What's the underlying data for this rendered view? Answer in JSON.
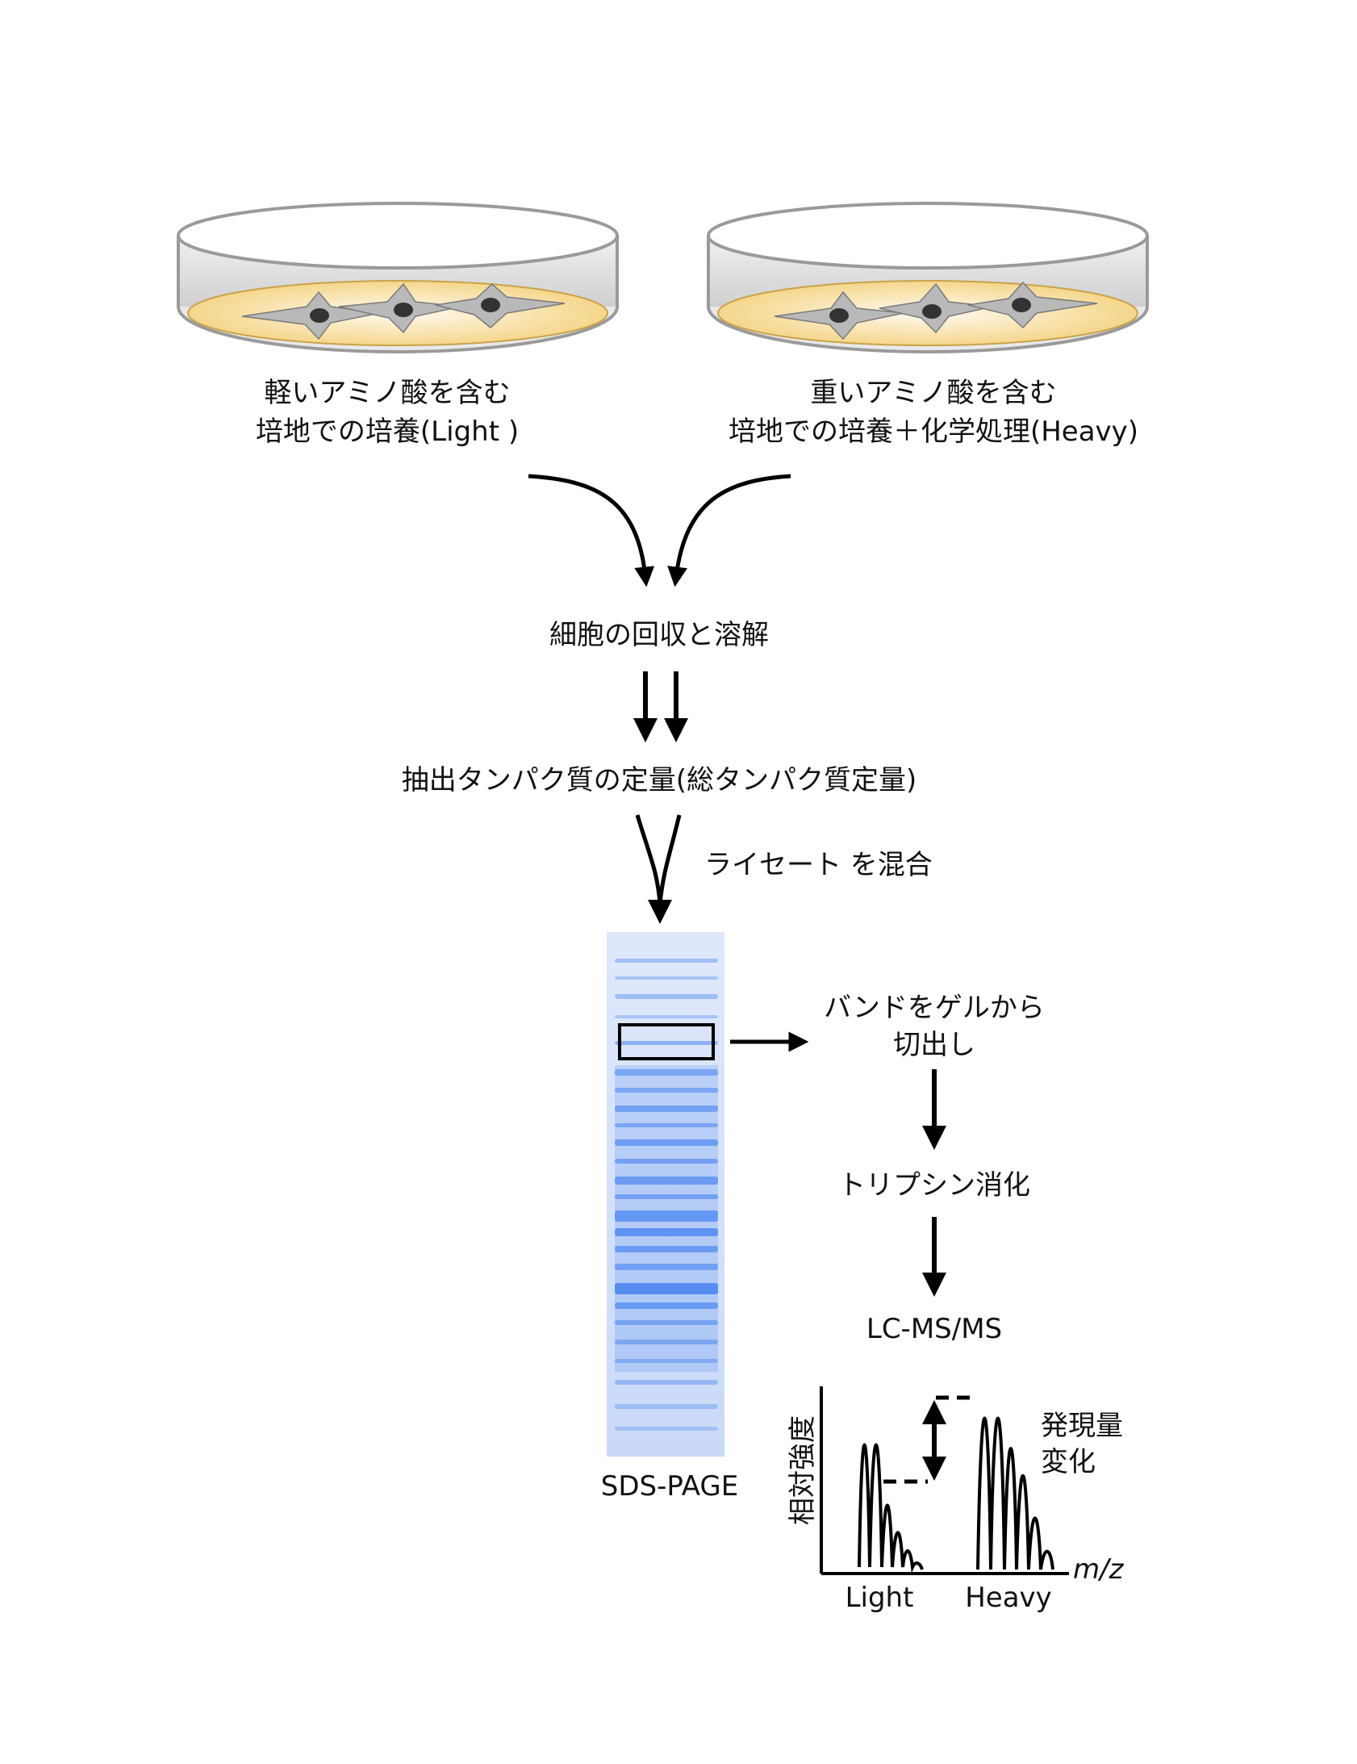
{
  "light_dish": {
    "line1": "軽いアミノ酸を含む",
    "line2": "培地での培養(Light )"
  },
  "heavy_dish": {
    "line1": "重いアミノ酸を含む",
    "line2": "培地での培養＋化学処理(Heavy)"
  },
  "step_lysis": "細胞の回収と溶解",
  "step_quant": "抽出タンパク質の定量(総タンパク質定量)",
  "step_mix": "ライセート を混合",
  "step_cut": {
    "line1": "バンドをゲルから",
    "line2": "切出し"
  },
  "step_trypsin": "トリプシン消化",
  "step_lcms": "LC-MS/MS",
  "gel_label": "SDS-PAGE",
  "spectrum": {
    "y_axis_label": "相対強度",
    "x_axis_label": "m/z",
    "light_label": "Light",
    "heavy_label": "Heavy",
    "change_line1": "発現量",
    "change_line2": "変化"
  },
  "colors": {
    "dish_rim": "#c8c8c8",
    "medium": "#f6d98a",
    "cell": "#9a9a9a",
    "gel_blue": "#2f74ee",
    "arrow": "#000000"
  }
}
